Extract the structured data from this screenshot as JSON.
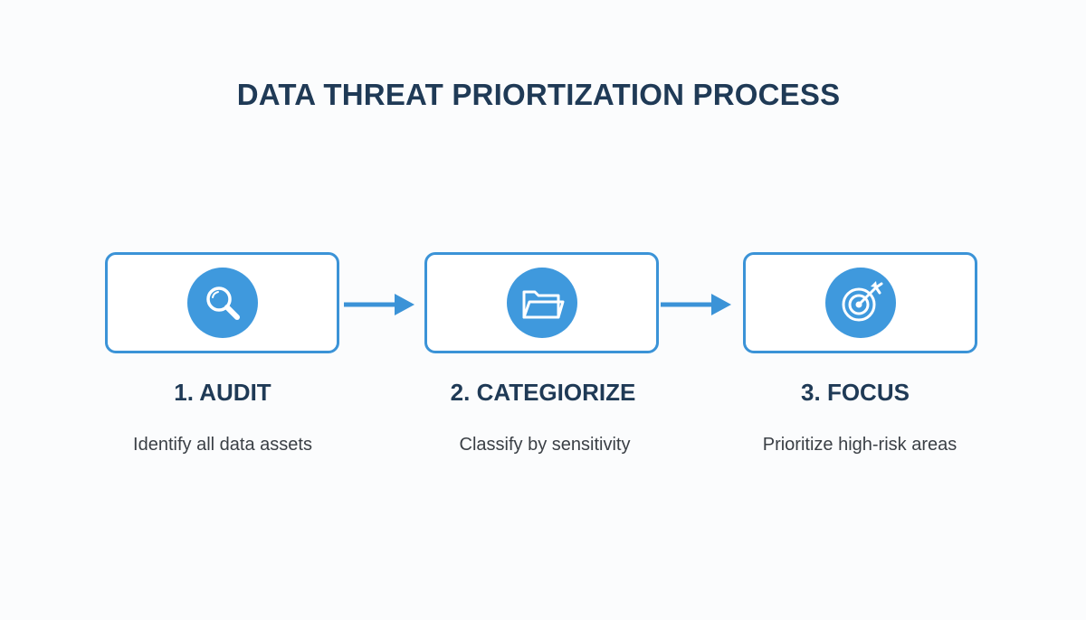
{
  "title": "DATA THREAT PRIORTIZATION PROCESS",
  "colors": {
    "accent": "#3b93d7",
    "icon_fill": "#3f99dd",
    "heading": "#1f3a56",
    "body_text": "#3a3f45",
    "background": "#fbfcfd"
  },
  "steps": [
    {
      "label": "1. AUDIT",
      "description": "Identify all data assets",
      "icon": "magnifying-glass-icon"
    },
    {
      "label": "2. CATEGIORIZE",
      "description": "Classify by sensitivity",
      "icon": "folder-icon"
    },
    {
      "label": "3. FOCUS",
      "description": "Prioritize high-risk areas",
      "icon": "target-icon"
    }
  ]
}
